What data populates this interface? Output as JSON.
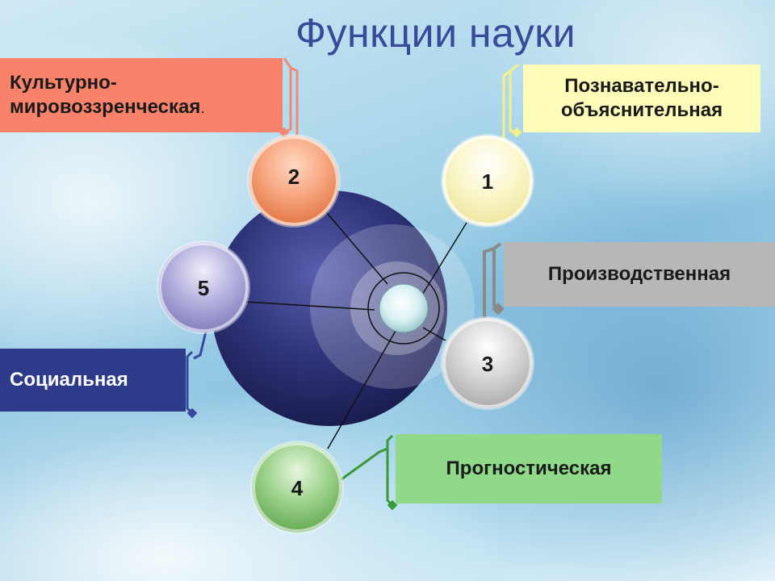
{
  "title": "Функции науки",
  "functions": [
    {
      "number": "1",
      "label_line1": "Познавательно-",
      "label_line2": "объяснительная",
      "color": "#fdfcb8"
    },
    {
      "number": "2",
      "label_line1": "Культурно-",
      "label_line2": "мировоззренческая",
      "label_suffix": ".",
      "color": "#f9836a"
    },
    {
      "number": "3",
      "label": "Производственная",
      "color": "#b7b7b7"
    },
    {
      "number": "4",
      "label": "Прогностическая",
      "color": "#8fd989"
    },
    {
      "number": "5",
      "label": "Социальная",
      "color": "#2e3a8a"
    }
  ],
  "colors": {
    "title": "#3a4a9a",
    "hub_sphere": "#2f347a",
    "connector_cultural": "#f08a78",
    "connector_cognitive": "#f3f08a",
    "connector_production": "#8a8a8a",
    "connector_social": "#3a45a0",
    "connector_prognostic": "#3a9a3a"
  }
}
